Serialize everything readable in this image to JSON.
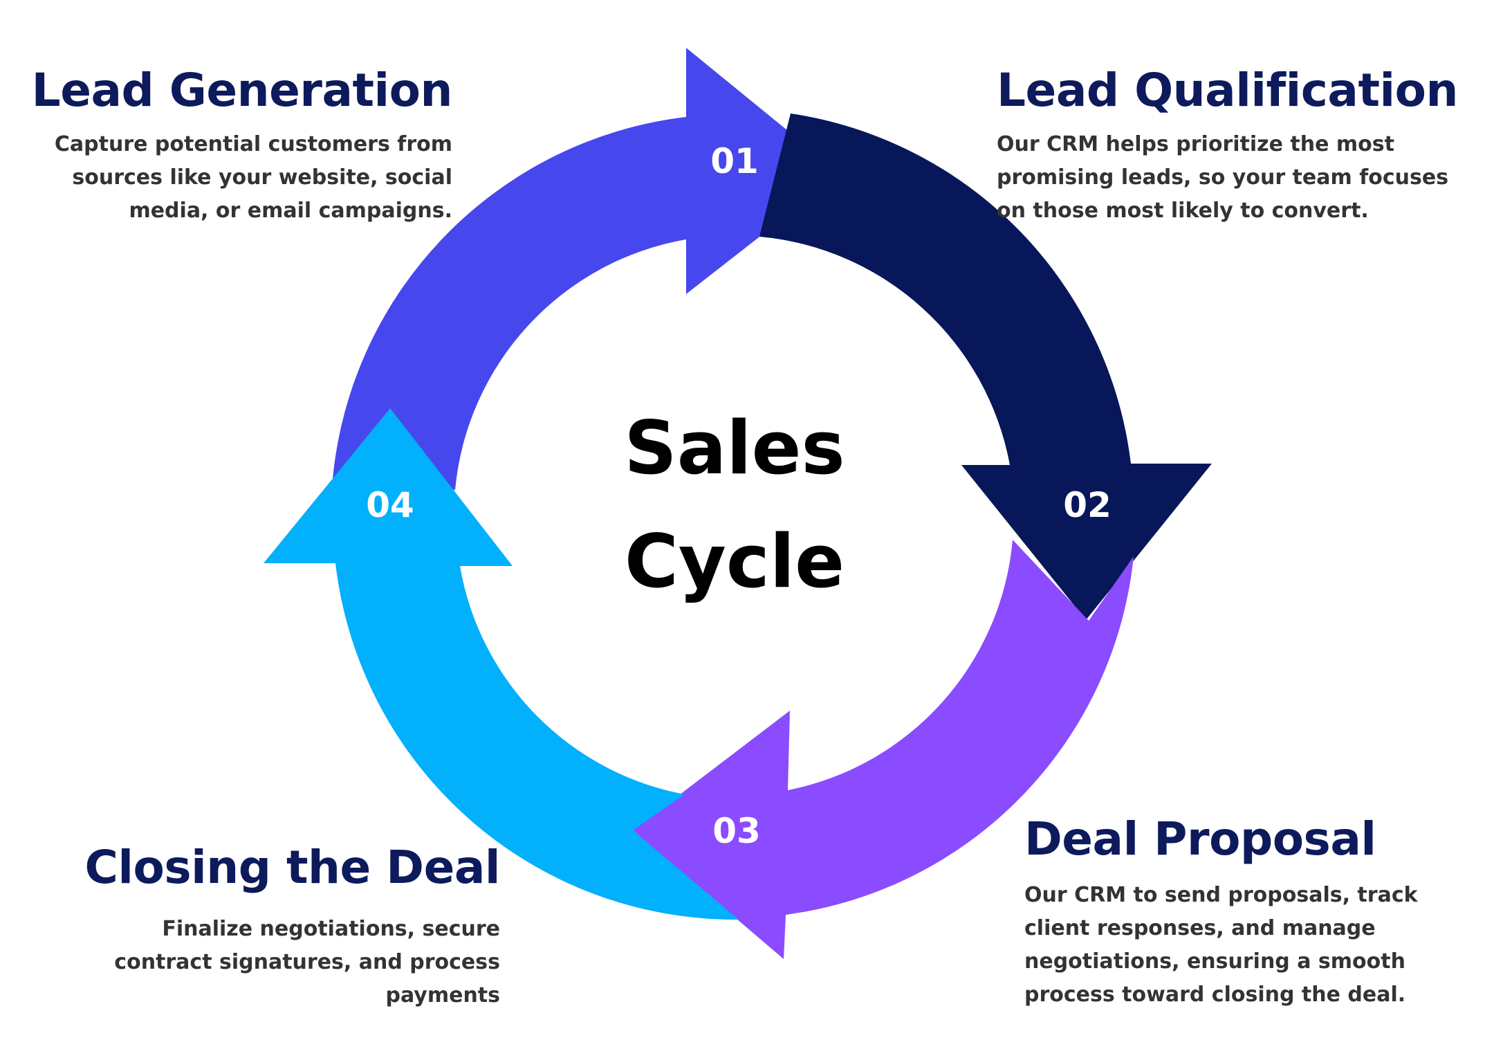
{
  "center": {
    "line1": "Sales",
    "line2": "Cycle"
  },
  "colors": {
    "step1": "#4747ee",
    "step2": "#07175a",
    "step3": "#8b4bff",
    "step4": "#02b0fc",
    "heading": "#0d1a5c",
    "body_text": "#333333"
  },
  "steps": [
    {
      "number": "01",
      "title": "Lead Generation",
      "description": "Capture potential customers from sources like your website, social media, or email campaigns."
    },
    {
      "number": "02",
      "title": "Lead Qualification",
      "description": "Our CRM helps prioritize the most promising leads, so your team focuses on those most likely to convert."
    },
    {
      "number": "03",
      "title": "Deal Proposal",
      "description": "Our CRM to send proposals, track client responses, and manage negotiations, ensuring a smooth process toward closing the deal."
    },
    {
      "number": "04",
      "title": "Closing the Deal",
      "description": "Finalize negotiations, secure contract signatures, and process payments"
    }
  ]
}
